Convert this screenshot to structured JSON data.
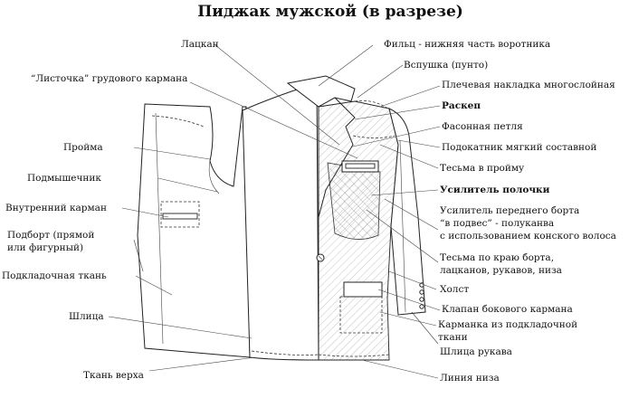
{
  "title": "Пиджак мужской (в разрезе)",
  "labels": {
    "lacan": "Лацкан",
    "listochka": "“Листочка” грудового кармана",
    "proima": "Пройма",
    "podmysh": "Подмышечник",
    "vnutr": "Внутренний карман",
    "podbort1": "Подборт (прямой",
    "podbort2": "или фигурный)",
    "podklad": "Подкладочная ткань",
    "shlica": "Шлица",
    "tkan": "Ткань верха",
    "filc": "Фильц - нижняя часть воротника",
    "vspushka": "Вспушка (пунто)",
    "plech": "Плечевая накладка многослойная",
    "raskep": "Раскеп",
    "fason": "Фасонная петля",
    "podokat": "Подокатник мягкий составной",
    "tesma_proima": "Тесьма в пройму",
    "usil_pol": "Усилитель полочки",
    "usil_pb1": "Усилитель переднего борта",
    "usil_pb2": "“в подвес” - полуканва",
    "usil_pb3": "с использованием конского волоса",
    "tesma_krai1": "Тесьма по краю борта,",
    "tesma_krai2": "лацканов, рукавов, низа",
    "holst": "Холст",
    "klapan": "Клапан бокового кармана",
    "karmanka1": "Карманка из подкладочной",
    "karmanka2": "ткани",
    "shlica_ruk": "Шлица рукава",
    "liniya": "Линия низа"
  }
}
